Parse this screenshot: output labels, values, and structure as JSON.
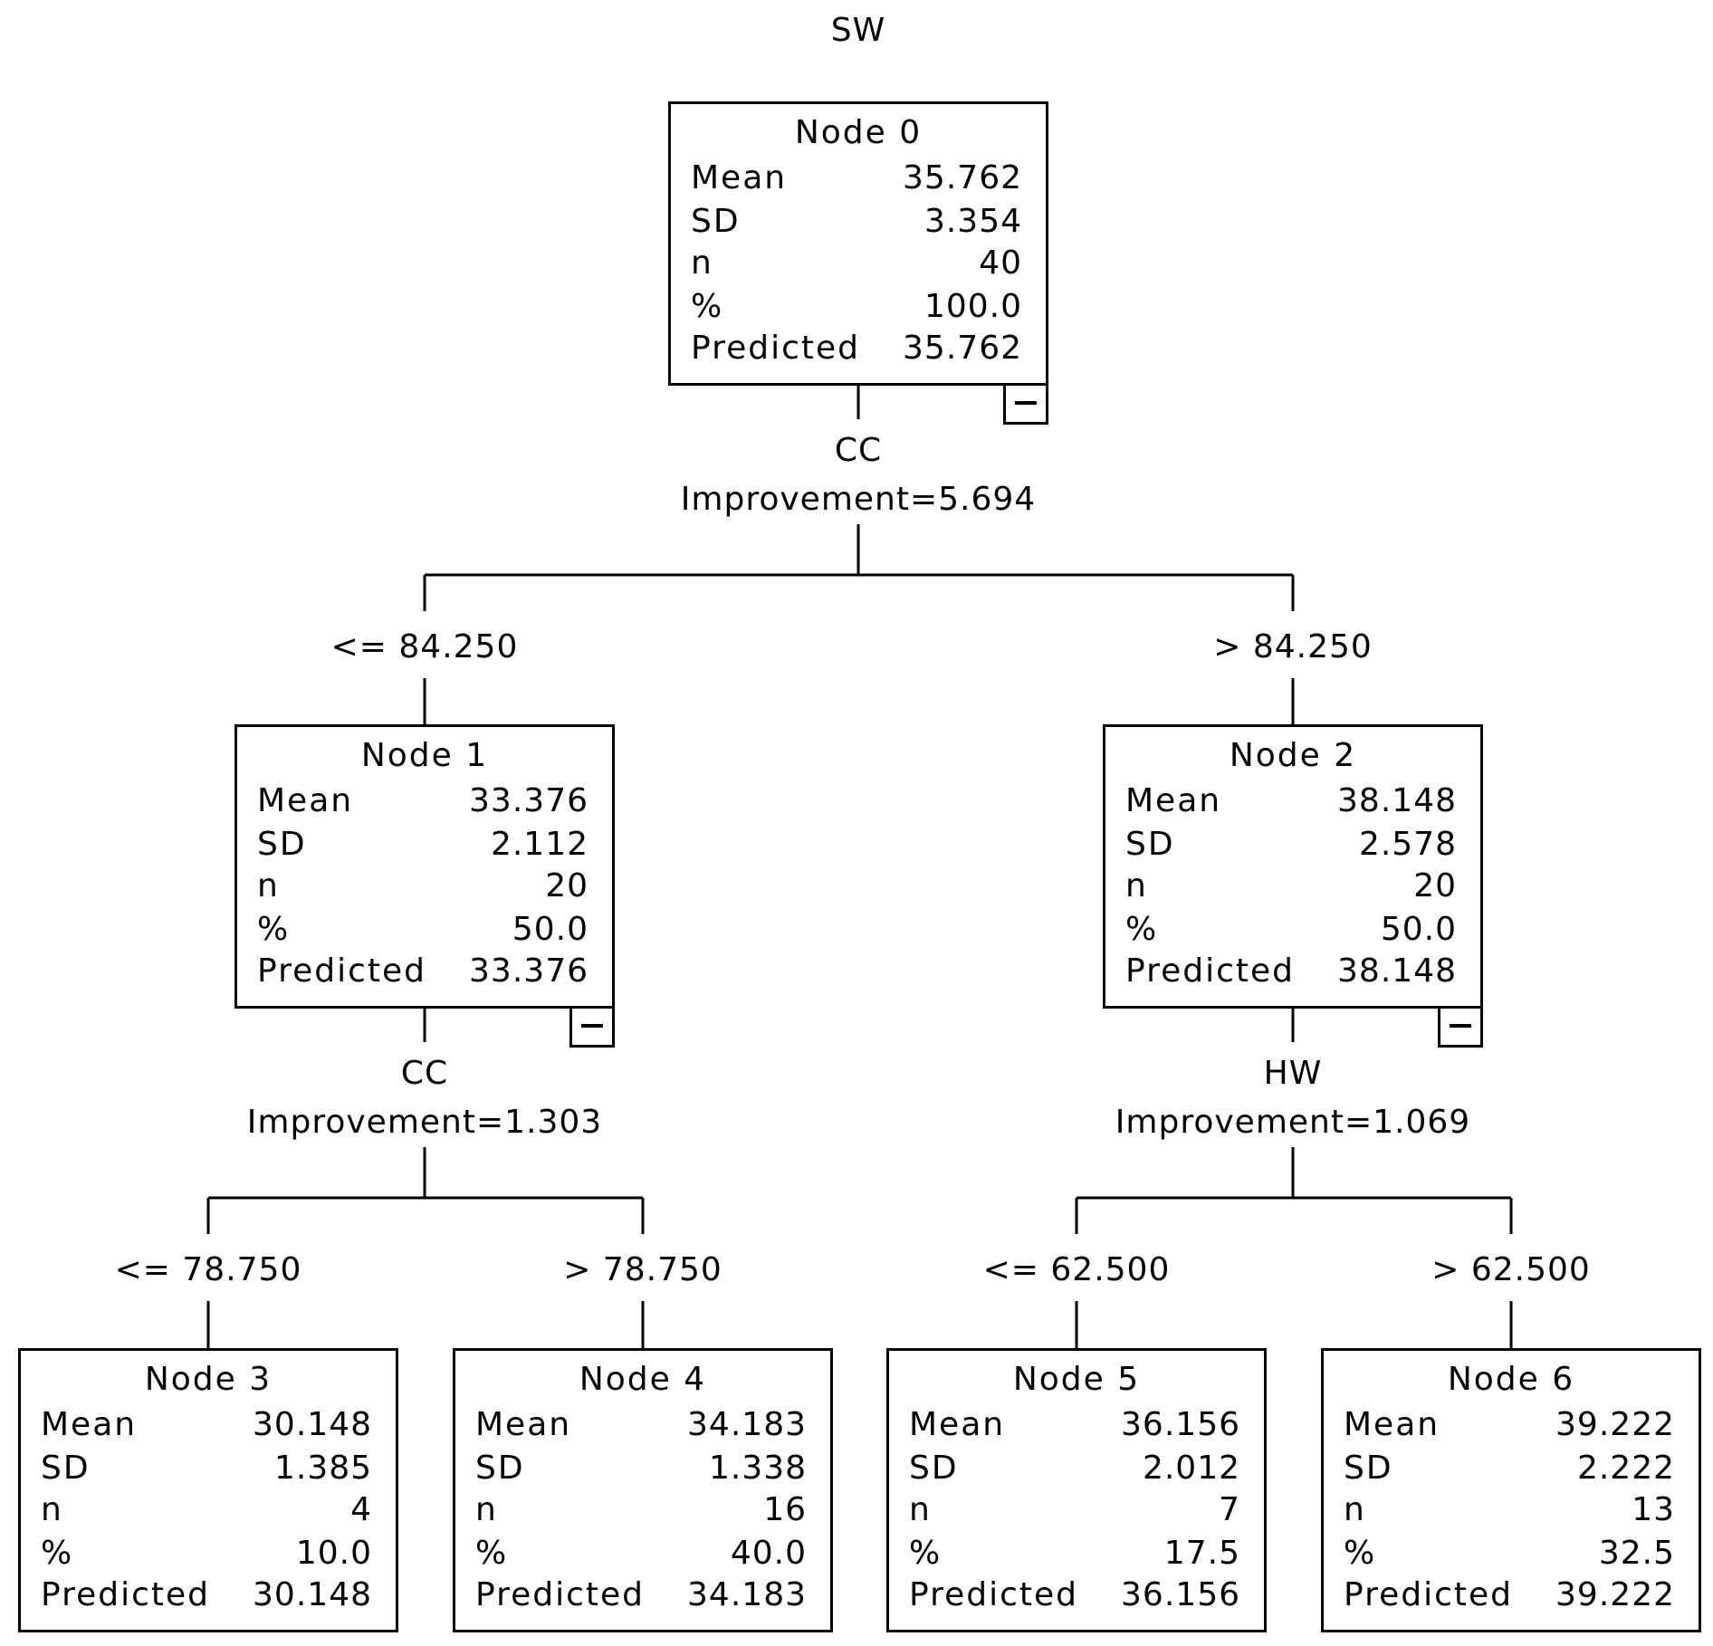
{
  "title": "SW",
  "field_labels": {
    "mean": "Mean",
    "sd": "SD",
    "n": "n",
    "pct": "%",
    "predicted": "Predicted"
  },
  "nodes": [
    {
      "id": 0,
      "title": "Node 0",
      "mean": "35.762",
      "sd": "3.354",
      "n": "40",
      "pct": "100.0",
      "predicted": "35.762",
      "collapsible": true
    },
    {
      "id": 1,
      "title": "Node 1",
      "mean": "33.376",
      "sd": "2.112",
      "n": "20",
      "pct": "50.0",
      "predicted": "33.376",
      "collapsible": true
    },
    {
      "id": 2,
      "title": "Node 2",
      "mean": "38.148",
      "sd": "2.578",
      "n": "20",
      "pct": "50.0",
      "predicted": "38.148",
      "collapsible": true
    },
    {
      "id": 3,
      "title": "Node 3",
      "mean": "30.148",
      "sd": "1.385",
      "n": "4",
      "pct": "10.0",
      "predicted": "30.148",
      "collapsible": false
    },
    {
      "id": 4,
      "title": "Node 4",
      "mean": "34.183",
      "sd": "1.338",
      "n": "16",
      "pct": "40.0",
      "predicted": "34.183",
      "collapsible": false
    },
    {
      "id": 5,
      "title": "Node 5",
      "mean": "36.156",
      "sd": "2.012",
      "n": "7",
      "pct": "17.5",
      "predicted": "36.156",
      "collapsible": false
    },
    {
      "id": 6,
      "title": "Node 6",
      "mean": "39.222",
      "sd": "2.222",
      "n": "13",
      "pct": "32.5",
      "predicted": "39.222",
      "collapsible": false
    }
  ],
  "splits": [
    {
      "parent": 0,
      "variable": "CC",
      "improvement": "Improvement=5.694",
      "branches": [
        {
          "child": 1,
          "condition": "<= 84.250"
        },
        {
          "child": 2,
          "condition": "> 84.250"
        }
      ]
    },
    {
      "parent": 1,
      "variable": "CC",
      "improvement": "Improvement=1.303",
      "branches": [
        {
          "child": 3,
          "condition": "<= 78.750"
        },
        {
          "child": 4,
          "condition": "> 78.750"
        }
      ]
    },
    {
      "parent": 2,
      "variable": "HW",
      "improvement": "Improvement=1.069",
      "branches": [
        {
          "child": 5,
          "condition": "<= 62.500"
        },
        {
          "child": 6,
          "condition": "> 62.500"
        }
      ]
    }
  ]
}
